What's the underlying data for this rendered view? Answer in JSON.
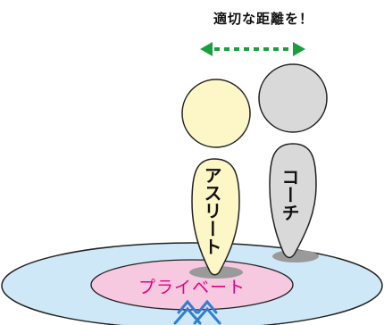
{
  "header": {
    "title": "適切な距離を！"
  },
  "figures": {
    "athlete": {
      "label": "アスリート"
    },
    "coach": {
      "label": "コーチ"
    }
  },
  "zone": {
    "private_label": "プライベート"
  },
  "colors": {
    "arrow": "#1b9e3e",
    "athlete_fill": "#fdf6c7",
    "coach_fill": "#d9d9d9",
    "outer_ring": "#cfe8f7",
    "inner_zone": "#f7c9e0",
    "private_text": "#e5007f",
    "outline": "#222222",
    "shadow": "#9a9a9a",
    "wave": "#2f7fd0"
  }
}
